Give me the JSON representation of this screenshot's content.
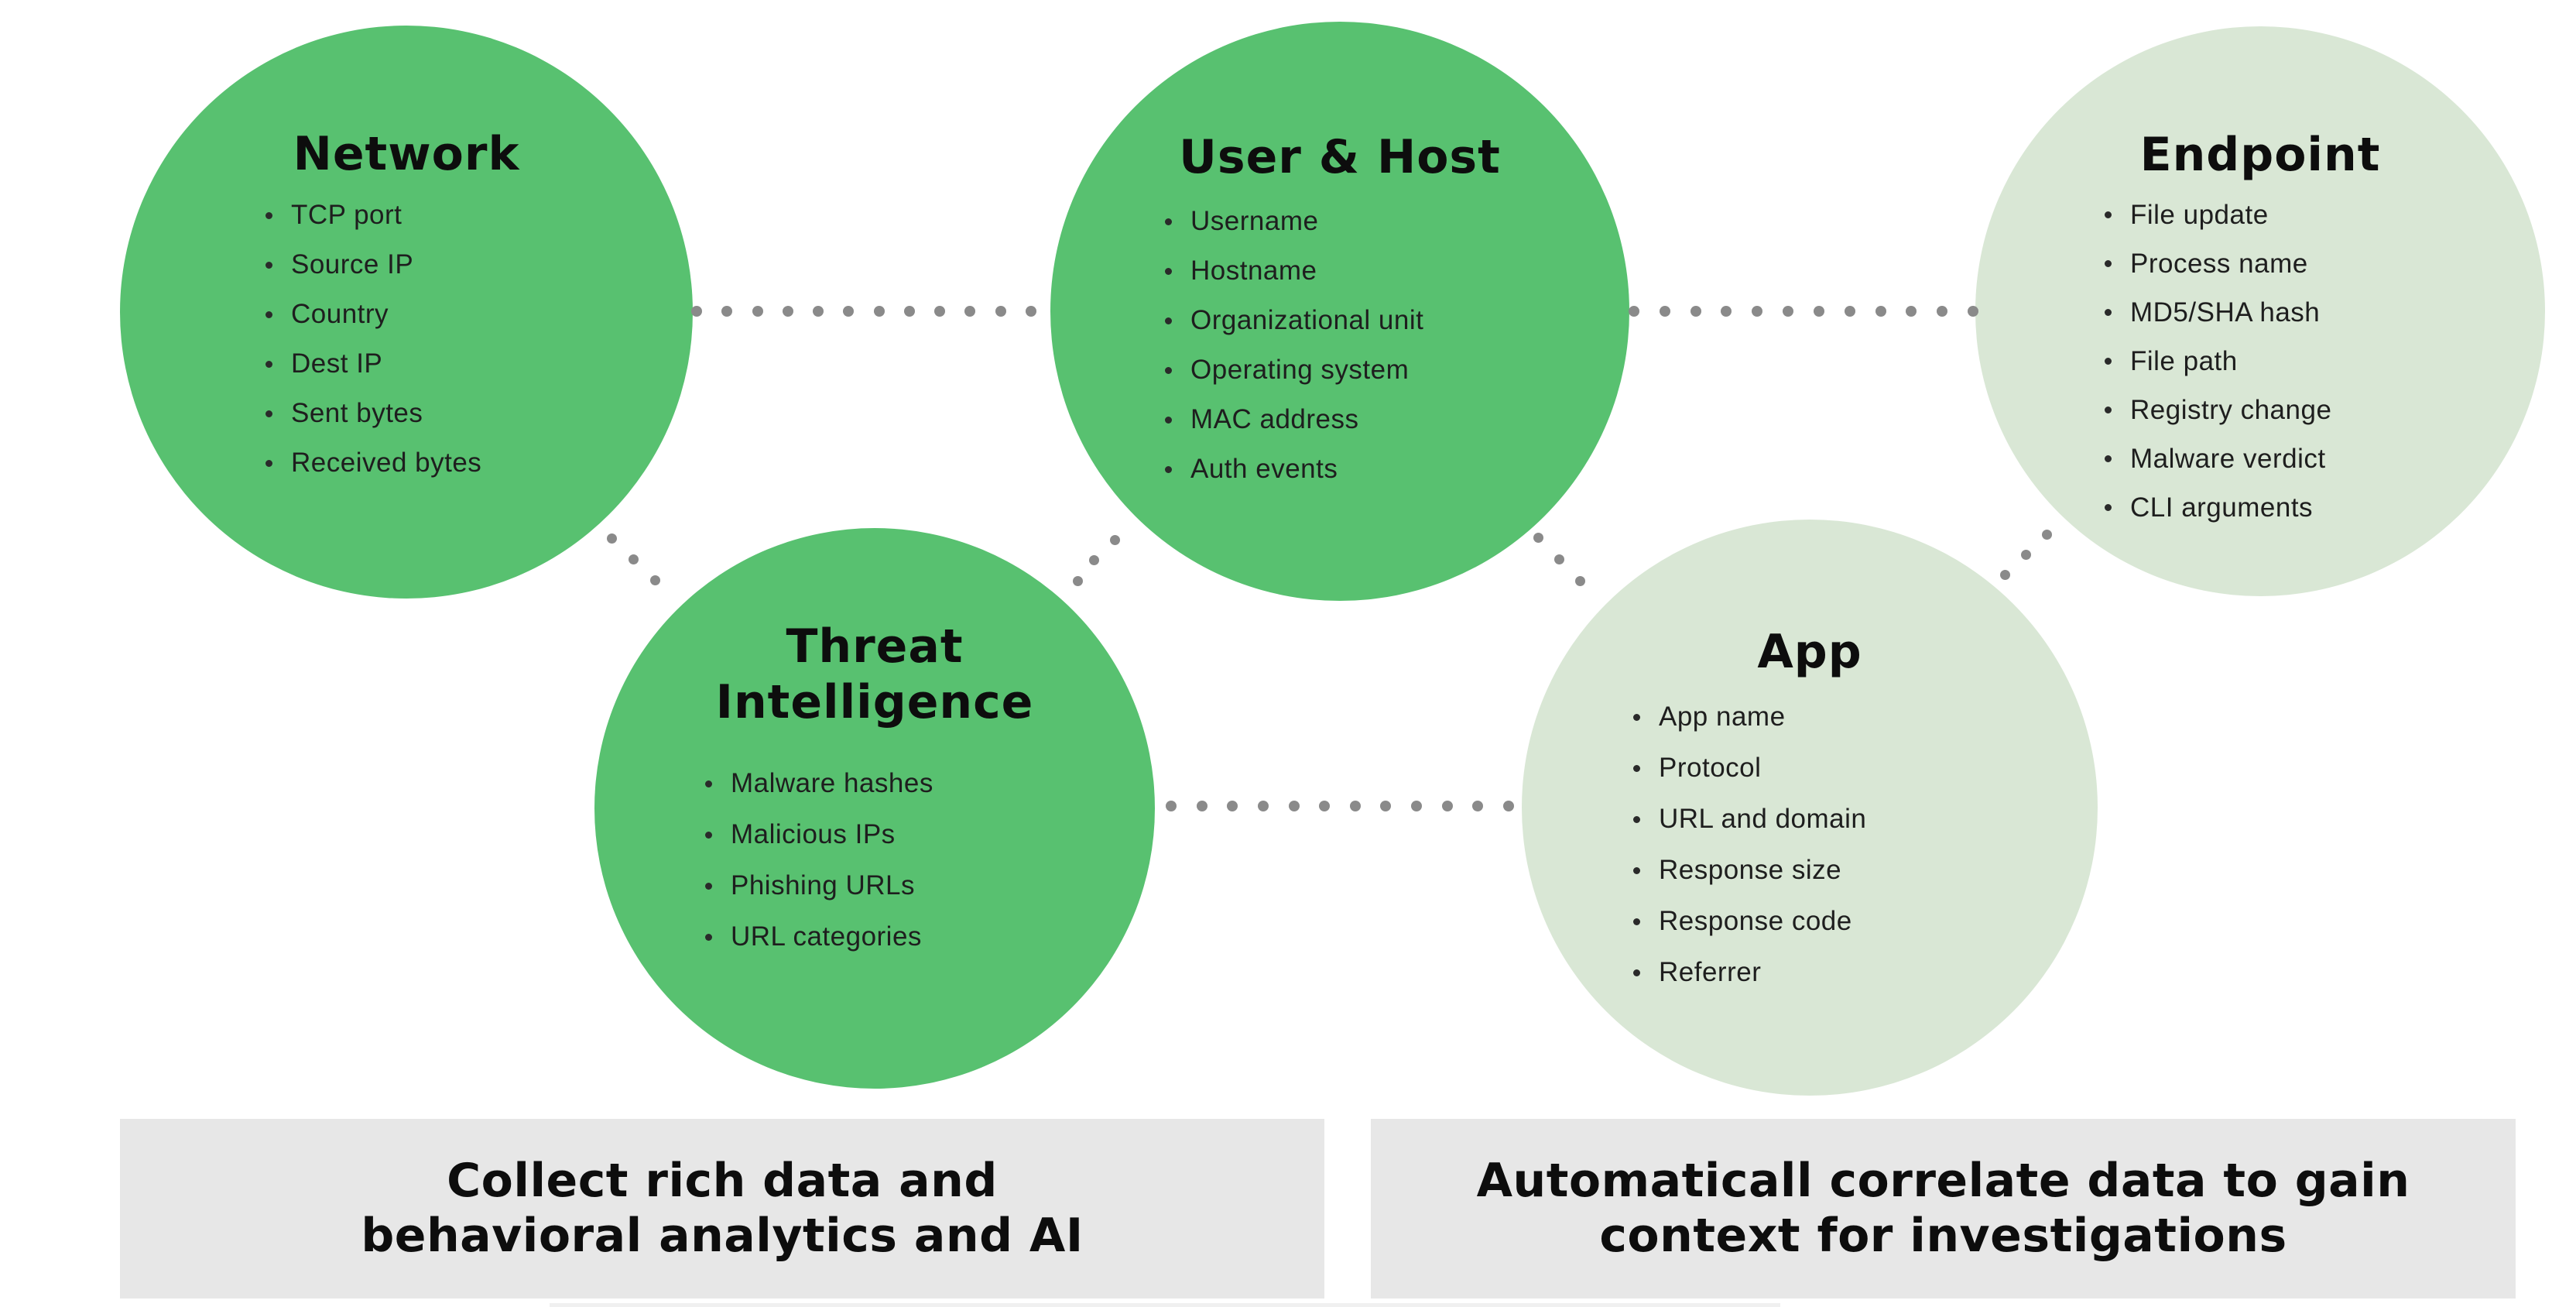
{
  "diagram": {
    "circles": [
      {
        "id": "network",
        "title": "Network",
        "style": "bright",
        "items": [
          "TCP port",
          "Source IP",
          "Country",
          "Dest IP",
          "Sent bytes",
          "Received bytes"
        ]
      },
      {
        "id": "user-host",
        "title": "User & Host",
        "style": "bright",
        "items": [
          "Username",
          "Hostname",
          "Organizational unit",
          "Operating system",
          "MAC address",
          "Auth events"
        ]
      },
      {
        "id": "endpoint",
        "title": "Endpoint",
        "style": "light",
        "items": [
          "File update",
          "Process name",
          "MD5/SHA hash",
          "File path",
          "Registry change",
          "Malware verdict",
          "CLI arguments"
        ]
      },
      {
        "id": "threat-intelligence",
        "title": "Threat Intelligence",
        "style": "bright",
        "items": [
          "Malware hashes",
          "Malicious IPs",
          "Phishing URLs",
          "URL categories"
        ]
      },
      {
        "id": "app",
        "title": "App",
        "style": "light",
        "items": [
          "App name",
          "Protocol",
          "URL and domain",
          "Response size",
          "Response code",
          "Referrer"
        ]
      }
    ],
    "captions": [
      {
        "lines": [
          "Collect rich data and",
          "behavioral analytics and AI"
        ]
      },
      {
        "lines": [
          "Automaticall correlate data to gain",
          "context for investigations"
        ]
      }
    ],
    "colors": {
      "bright_green": "#58C170",
      "light_green": "#D9E7D5",
      "caption_gray": "#E7E7E7",
      "connector_dot_gray": "#8A8A8A",
      "text_black": "#0d0d0d"
    }
  }
}
